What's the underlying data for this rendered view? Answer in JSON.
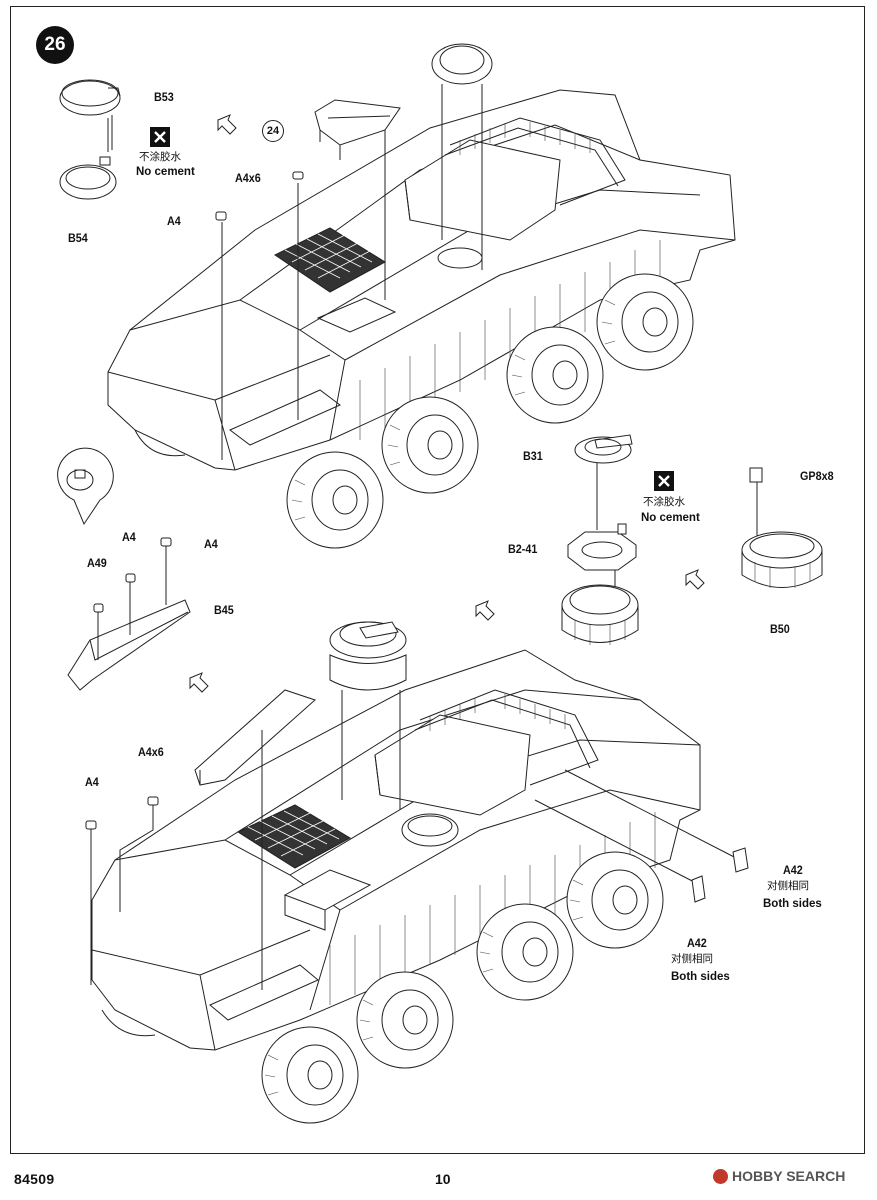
{
  "page": {
    "step_number": "26",
    "page_number": "10",
    "kit_number": "84509"
  },
  "watermark": {
    "text": "HOBBY SEARCH"
  },
  "upper_diagram": {
    "ref_step": "24",
    "parts": {
      "b53": "B53",
      "b54": "B54",
      "a4x6": "A4x6",
      "a4": "A4",
      "b31": "B31",
      "b2_41": "B2-41",
      "gp8x8": "GP8x8",
      "b50": "B50"
    },
    "no_cement_cn": "不涂胶水",
    "no_cement_en": "No cement"
  },
  "side_detail": {
    "parts": {
      "a4_left": "A4",
      "a4_right": "A4",
      "a49": "A49",
      "b45": "B45"
    }
  },
  "lower_diagram": {
    "parts": {
      "a4x6": "A4x6",
      "a4": "A4",
      "a42_top": "A42",
      "a42_bottom": "A42"
    },
    "both_sides_cn": "对侧相同",
    "both_sides_en": "Both sides"
  }
}
